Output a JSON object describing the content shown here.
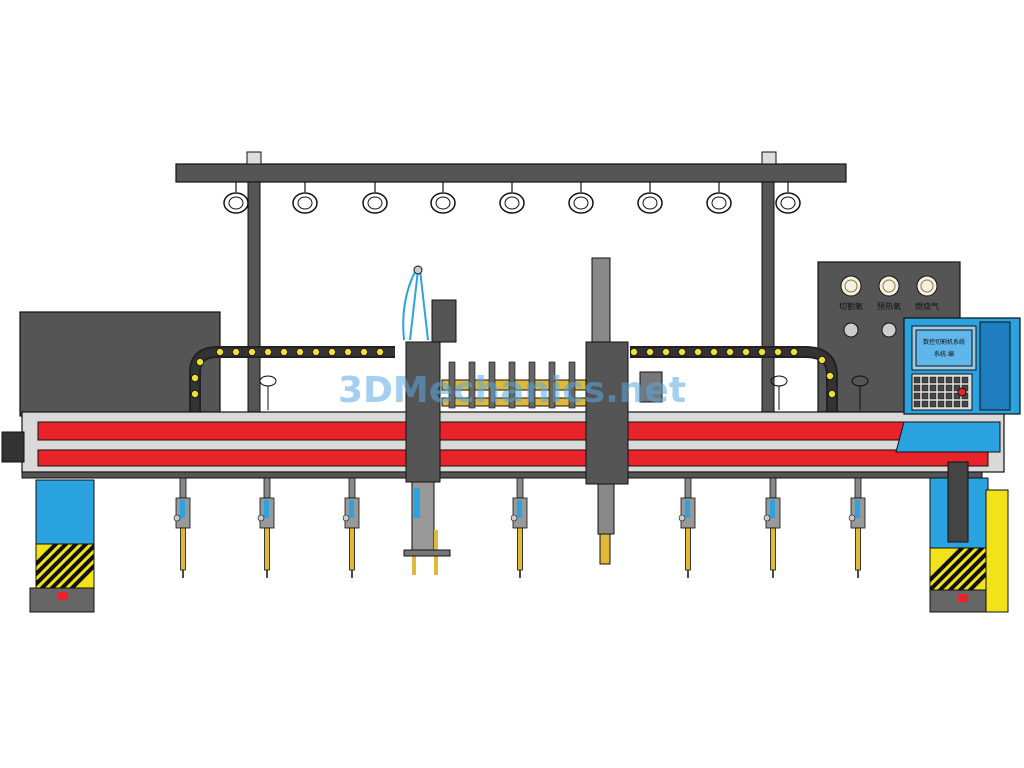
{
  "title": "CNC gantry cutting machine",
  "watermark": "3DMechanics.net",
  "control_panel": {
    "gauge_labels": [
      "切割氧",
      "预热氧",
      "燃烧气"
    ],
    "screen_line1": "数控切割机系统",
    "screen_line2": "系统.编"
  },
  "colors": {
    "beam_red": "#e8232a",
    "frame_gray": "#4a4a4a",
    "panel_blue": "#2aa3e0",
    "hazard_yellow": "#f2e21a",
    "brass": "#e0b83a",
    "bead_yellow": "#f0e030"
  }
}
